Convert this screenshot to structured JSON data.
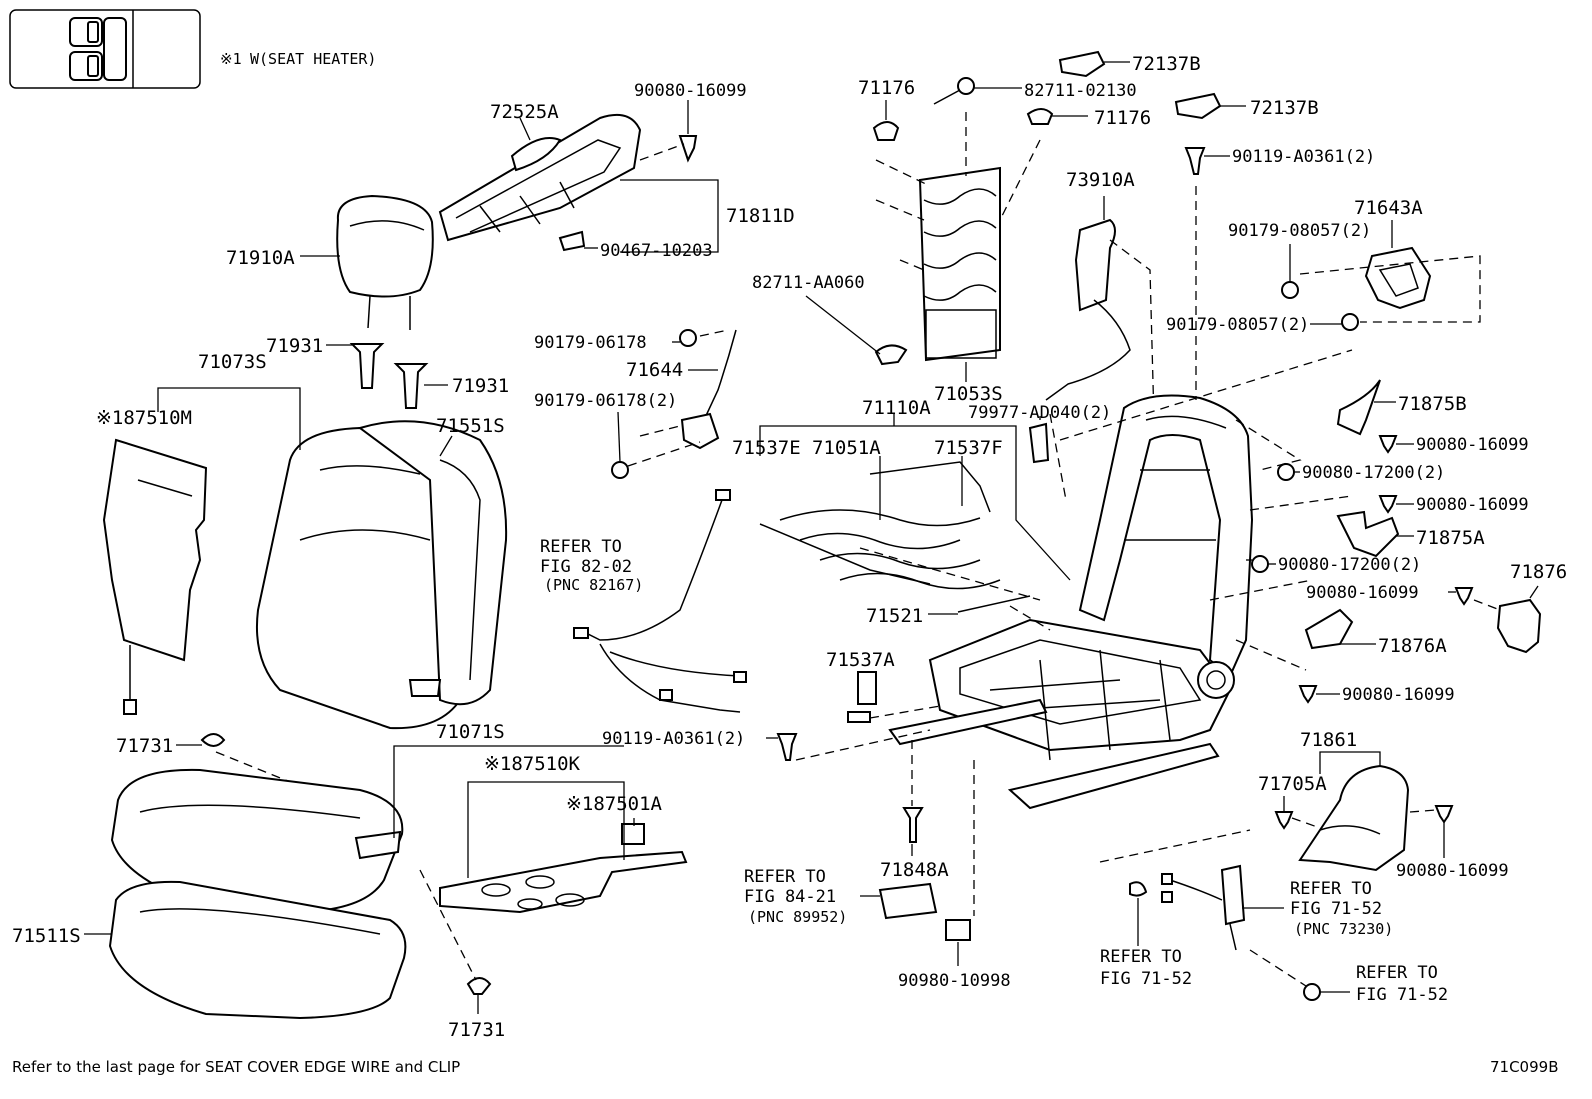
{
  "legend": {
    "symbol": "※1",
    "text": "W(SEAT HEATER)"
  },
  "labels": {
    "l72525A": "72525A",
    "l90080_16099_top": "90080-16099",
    "l71811D": "71811D",
    "l90467_10203": "90467-10203",
    "l71910A": "71910A",
    "l71931a": "71931",
    "l71931b": "71931",
    "l71073S": "71073S",
    "l87510M": "※187510M",
    "l71551S": "71551S",
    "l71731a": "71731",
    "l71071S": "71071S",
    "l87510K": "※187510K",
    "l87501A": "※187501A",
    "l71511S": "71511S",
    "l71731b": "71731",
    "l71176a": "71176",
    "l82711_02130": "82711-02130",
    "l72137B_a": "72137B",
    "l72137B_b": "72137B",
    "l71176b": "71176",
    "l73910A": "73910A",
    "l82711_AA060": "82711-AA060",
    "l90179_06178": "90179-06178",
    "l71644": "71644",
    "l90179_06178_2": "90179-06178(2)",
    "l71053S": "71053S",
    "l79977": "79977-AD040(2)",
    "l71110A": "71110A",
    "l71537E": "71537E",
    "l71051A": "71051A",
    "l71537F": "71537F",
    "refer1_line1": "REFER TO",
    "refer1_line2": "FIG 82-02",
    "refer1_pnc": "(PNC 82167)",
    "l71521": "71521",
    "l71537A": "71537A",
    "l90119_A0361_bottom": "90119-A0361(2)",
    "l71848A": "71848A",
    "refer2_line1": "REFER TO",
    "refer2_line2": "FIG 84-21",
    "refer2_pnc": "(PNC 89952)",
    "l90980_10998": "90980-10998",
    "l90119_A0361_top": "90119-A0361(2)",
    "l71643A": "71643A",
    "l90179_08057_a": "90179-08057(2)",
    "l90179_08057_b": "90179-08057(2)",
    "l71875B": "71875B",
    "l90080_16099_r1": "90080-16099",
    "l90080_17200_a": "90080-17200(2)",
    "l90080_16099_r2": "90080-16099",
    "l71875A": "71875A",
    "l90080_17200_b": "90080-17200(2)",
    "l71876": "71876",
    "l90080_16099_r3": "90080-16099",
    "l71876A": "71876A",
    "l90080_16099_r4": "90080-16099",
    "l71861": "71861",
    "l71705A": "71705A",
    "l90080_16099_r5": "90080-16099",
    "refer3_line1": "REFER TO",
    "refer3_line2": "FIG 71-52",
    "refer3_pnc": "(PNC 73230)",
    "refer4_line1": "REFER TO",
    "refer4_line2": "FIG 71-52",
    "refer5_line1": "REFER TO",
    "refer5_line2": "FIG 71-52"
  },
  "footer": {
    "note": "Refer to the last page for SEAT COVER EDGE WIRE and CLIP",
    "code": "71C099B"
  }
}
